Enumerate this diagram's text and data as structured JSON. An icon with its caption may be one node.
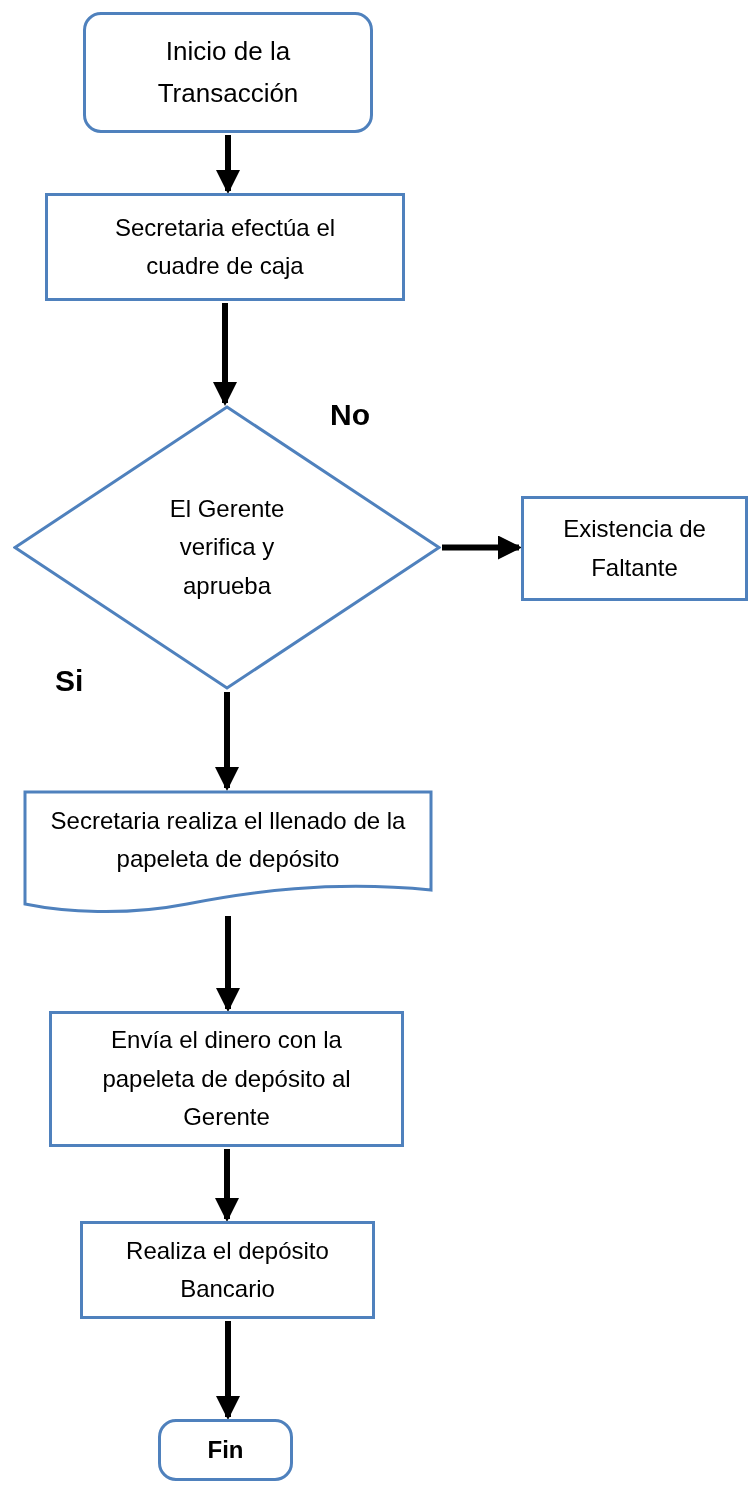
{
  "diagram": {
    "nodes": [
      {
        "text": [
          "Inicio de la Transacción"
        ]
      },
      {
        "text": [
          "Secretaria efectúa el cuadre de caja"
        ]
      },
      {
        "text": [
          "El Gerente verifica y aprueba"
        ]
      },
      {
        "text": [
          "Existencia de Faltante"
        ]
      },
      {
        "text": [
          "Secretaria realiza el llenado de la papeleta de depósito"
        ]
      },
      {
        "text": [
          "Envía el dinero con la papeleta de depósito al Gerente"
        ]
      },
      {
        "text": [
          "Realiza el depósito Bancario"
        ]
      },
      {
        "text": [
          "Fin"
        ]
      }
    ],
    "edges": [
      {
        "from": 0,
        "to": 1,
        "arrow": "to"
      },
      {
        "from": 1,
        "to": 2,
        "arrow": "to"
      },
      {
        "from": 2,
        "to": 3,
        "arrow": "to",
        "label": "No"
      },
      {
        "from": 2,
        "to": 4,
        "arrow": "to",
        "label": "Si"
      },
      {
        "from": 4,
        "to": 5,
        "arrow": "to"
      },
      {
        "from": 5,
        "to": 6,
        "arrow": "to"
      },
      {
        "from": 6,
        "to": 7,
        "arrow": "to"
      }
    ]
  }
}
